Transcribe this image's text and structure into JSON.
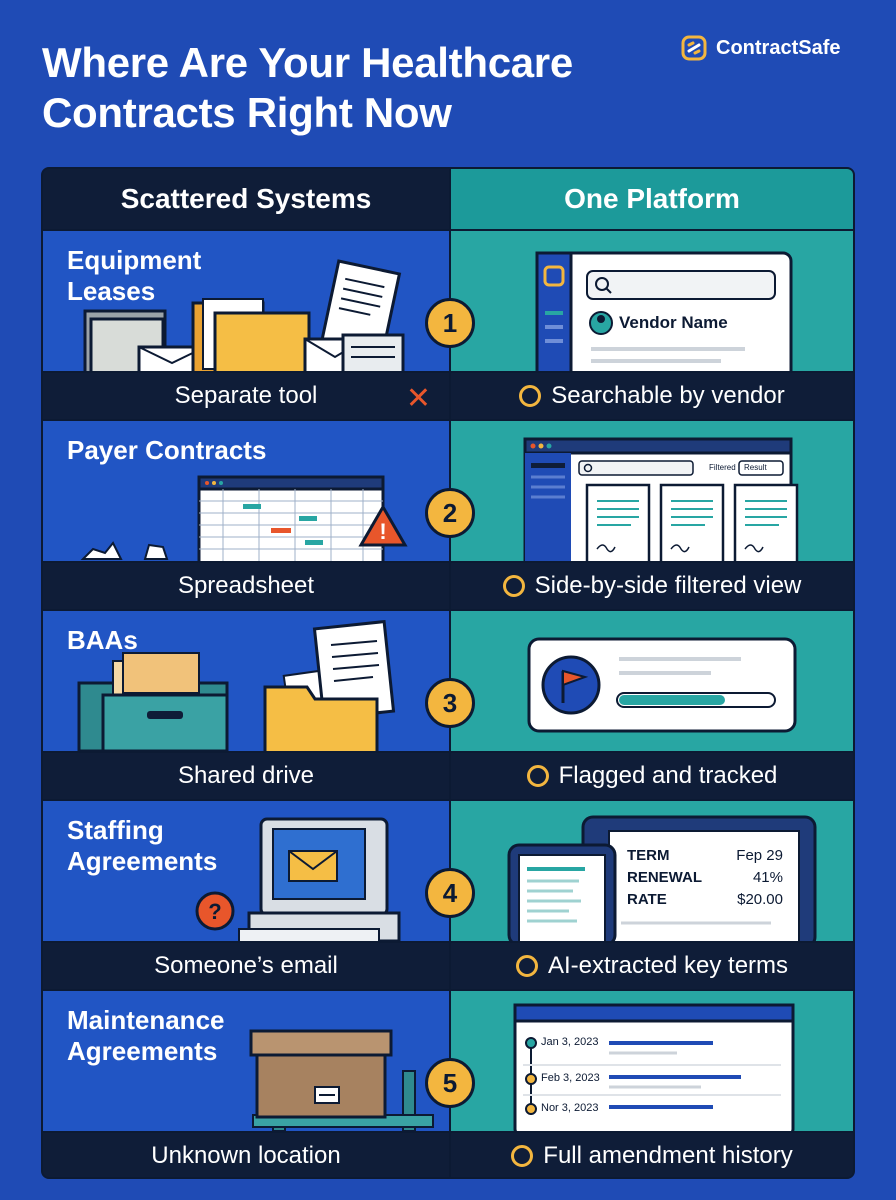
{
  "title": "Where Are Your Healthcare Contracts Right Now",
  "brand": "ContractSafe",
  "headers": {
    "left": "Scattered Systems",
    "right": "One Platform"
  },
  "rows": [
    {
      "number": "1",
      "title": "Equipment Leases",
      "left_caption": "Separate tool",
      "right_caption": "Searchable by vendor",
      "detail": "Vendor Name"
    },
    {
      "number": "2",
      "title": "Payer Contracts",
      "left_caption": "Spreadsheet",
      "right_caption": "Side-by-side filtered view",
      "filter_label": "Filtered",
      "result_label": "Result"
    },
    {
      "number": "3",
      "title": "BAAs",
      "left_caption": "Shared drive",
      "right_caption": "Flagged and tracked"
    },
    {
      "number": "4",
      "title": "Staffing Agreements",
      "left_caption": "Someone’s email",
      "right_caption": "AI-extracted key terms",
      "terms": [
        {
          "label": "TERM",
          "value": "Fep 29"
        },
        {
          "label": "RENEWAL",
          "value": "41%"
        },
        {
          "label": "RATE",
          "value": "$20.00"
        }
      ]
    },
    {
      "number": "5",
      "title": "Maintenance Agreements",
      "left_caption": "Unknown location",
      "right_caption": "Full amendment history",
      "history": [
        "Jan 3, 2023",
        "Feb 3, 2023",
        "Nor 3, 2023"
      ]
    }
  ],
  "colors": {
    "background": "#1f4bb5",
    "left_cell": "#2155c4",
    "right_cell": "#28a6a3",
    "accent": "#f3b63f",
    "dark": "#0f1d38",
    "error": "#e8562b"
  }
}
